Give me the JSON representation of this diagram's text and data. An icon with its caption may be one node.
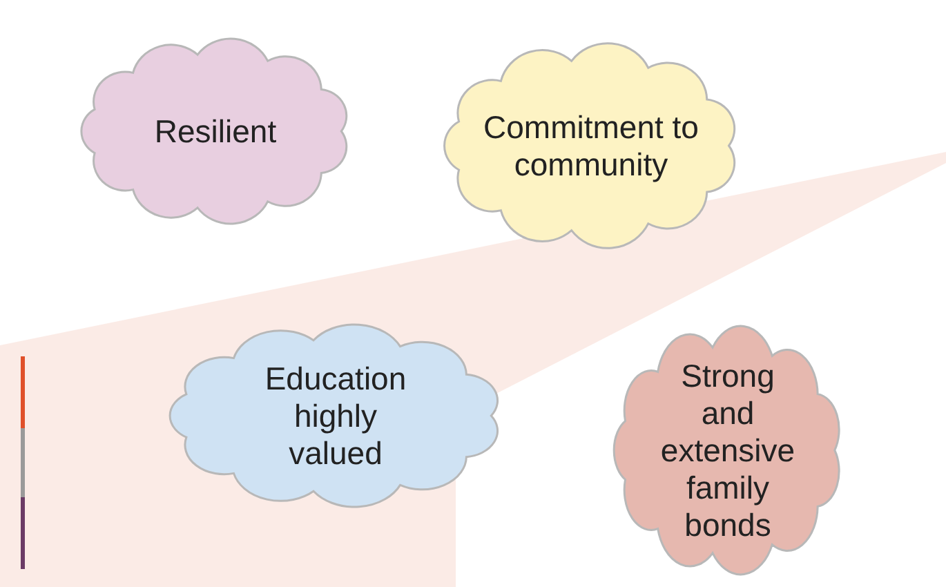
{
  "diagram": {
    "nodes": [
      {
        "text": [
          "Resilient"
        ]
      },
      {
        "text": [
          "Commitment to community"
        ]
      },
      {
        "text": [
          "Education highly valued"
        ]
      },
      {
        "text": [
          "Strong and extensive family bonds"
        ]
      }
    ]
  }
}
